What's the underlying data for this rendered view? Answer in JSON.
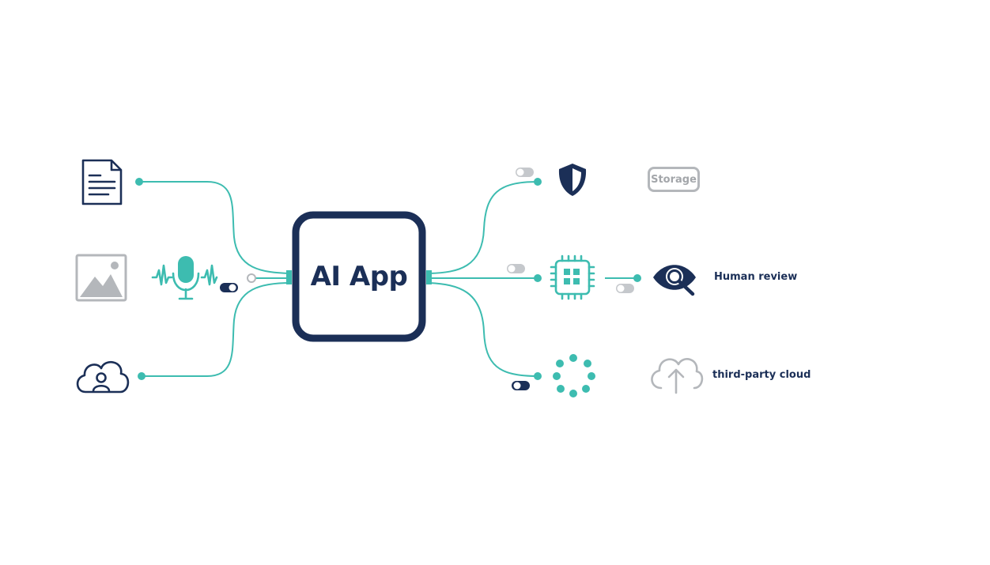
{
  "center": {
    "label": "AI App"
  },
  "outputs": {
    "storage": "Storage",
    "human_review": "Human review",
    "third_party_cloud": "third-party cloud"
  },
  "colors": {
    "navy": "#1b2f57",
    "teal": "#3dbcb0",
    "gray": "#b4b7bb"
  },
  "icons": {
    "inputs": [
      "document-icon",
      "image-icon",
      "microphone-icon",
      "user-cloud-icon"
    ],
    "outputs": [
      "shield-icon",
      "chip-icon",
      "eye-search-icon",
      "dots-circle-icon",
      "cloud-upload-icon"
    ]
  }
}
